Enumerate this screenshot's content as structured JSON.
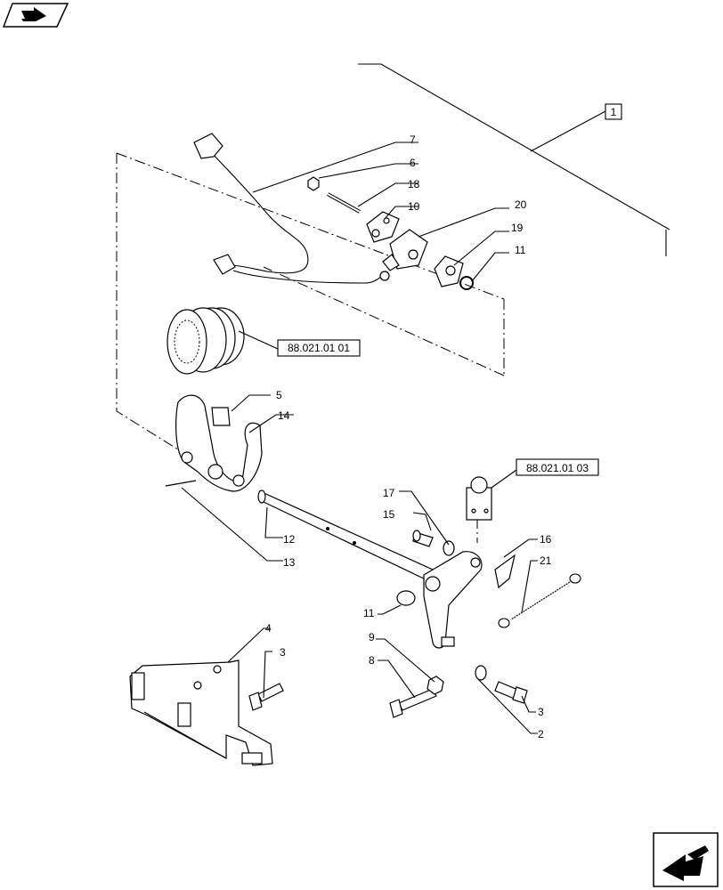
{
  "labels": {
    "p1": "1",
    "p2": "2",
    "p3a": "3",
    "p3b": "3",
    "p4": "4",
    "p5": "5",
    "p6": "6",
    "p7": "7",
    "p8": "8",
    "p9": "9",
    "p10": "10",
    "p11a": "11",
    "p11b": "11",
    "p12": "12",
    "p13": "13",
    "p14": "14",
    "p15": "15",
    "p16": "16",
    "p17": "17",
    "p18": "18",
    "p19": "19",
    "p20": "20",
    "p21": "21"
  },
  "refs": {
    "gear_ref": "88.021.01 01",
    "sensor_ref": "88.021.01 03"
  },
  "icons": {
    "top_left": "previous-page-icon",
    "bottom_right": "next-page-icon"
  }
}
